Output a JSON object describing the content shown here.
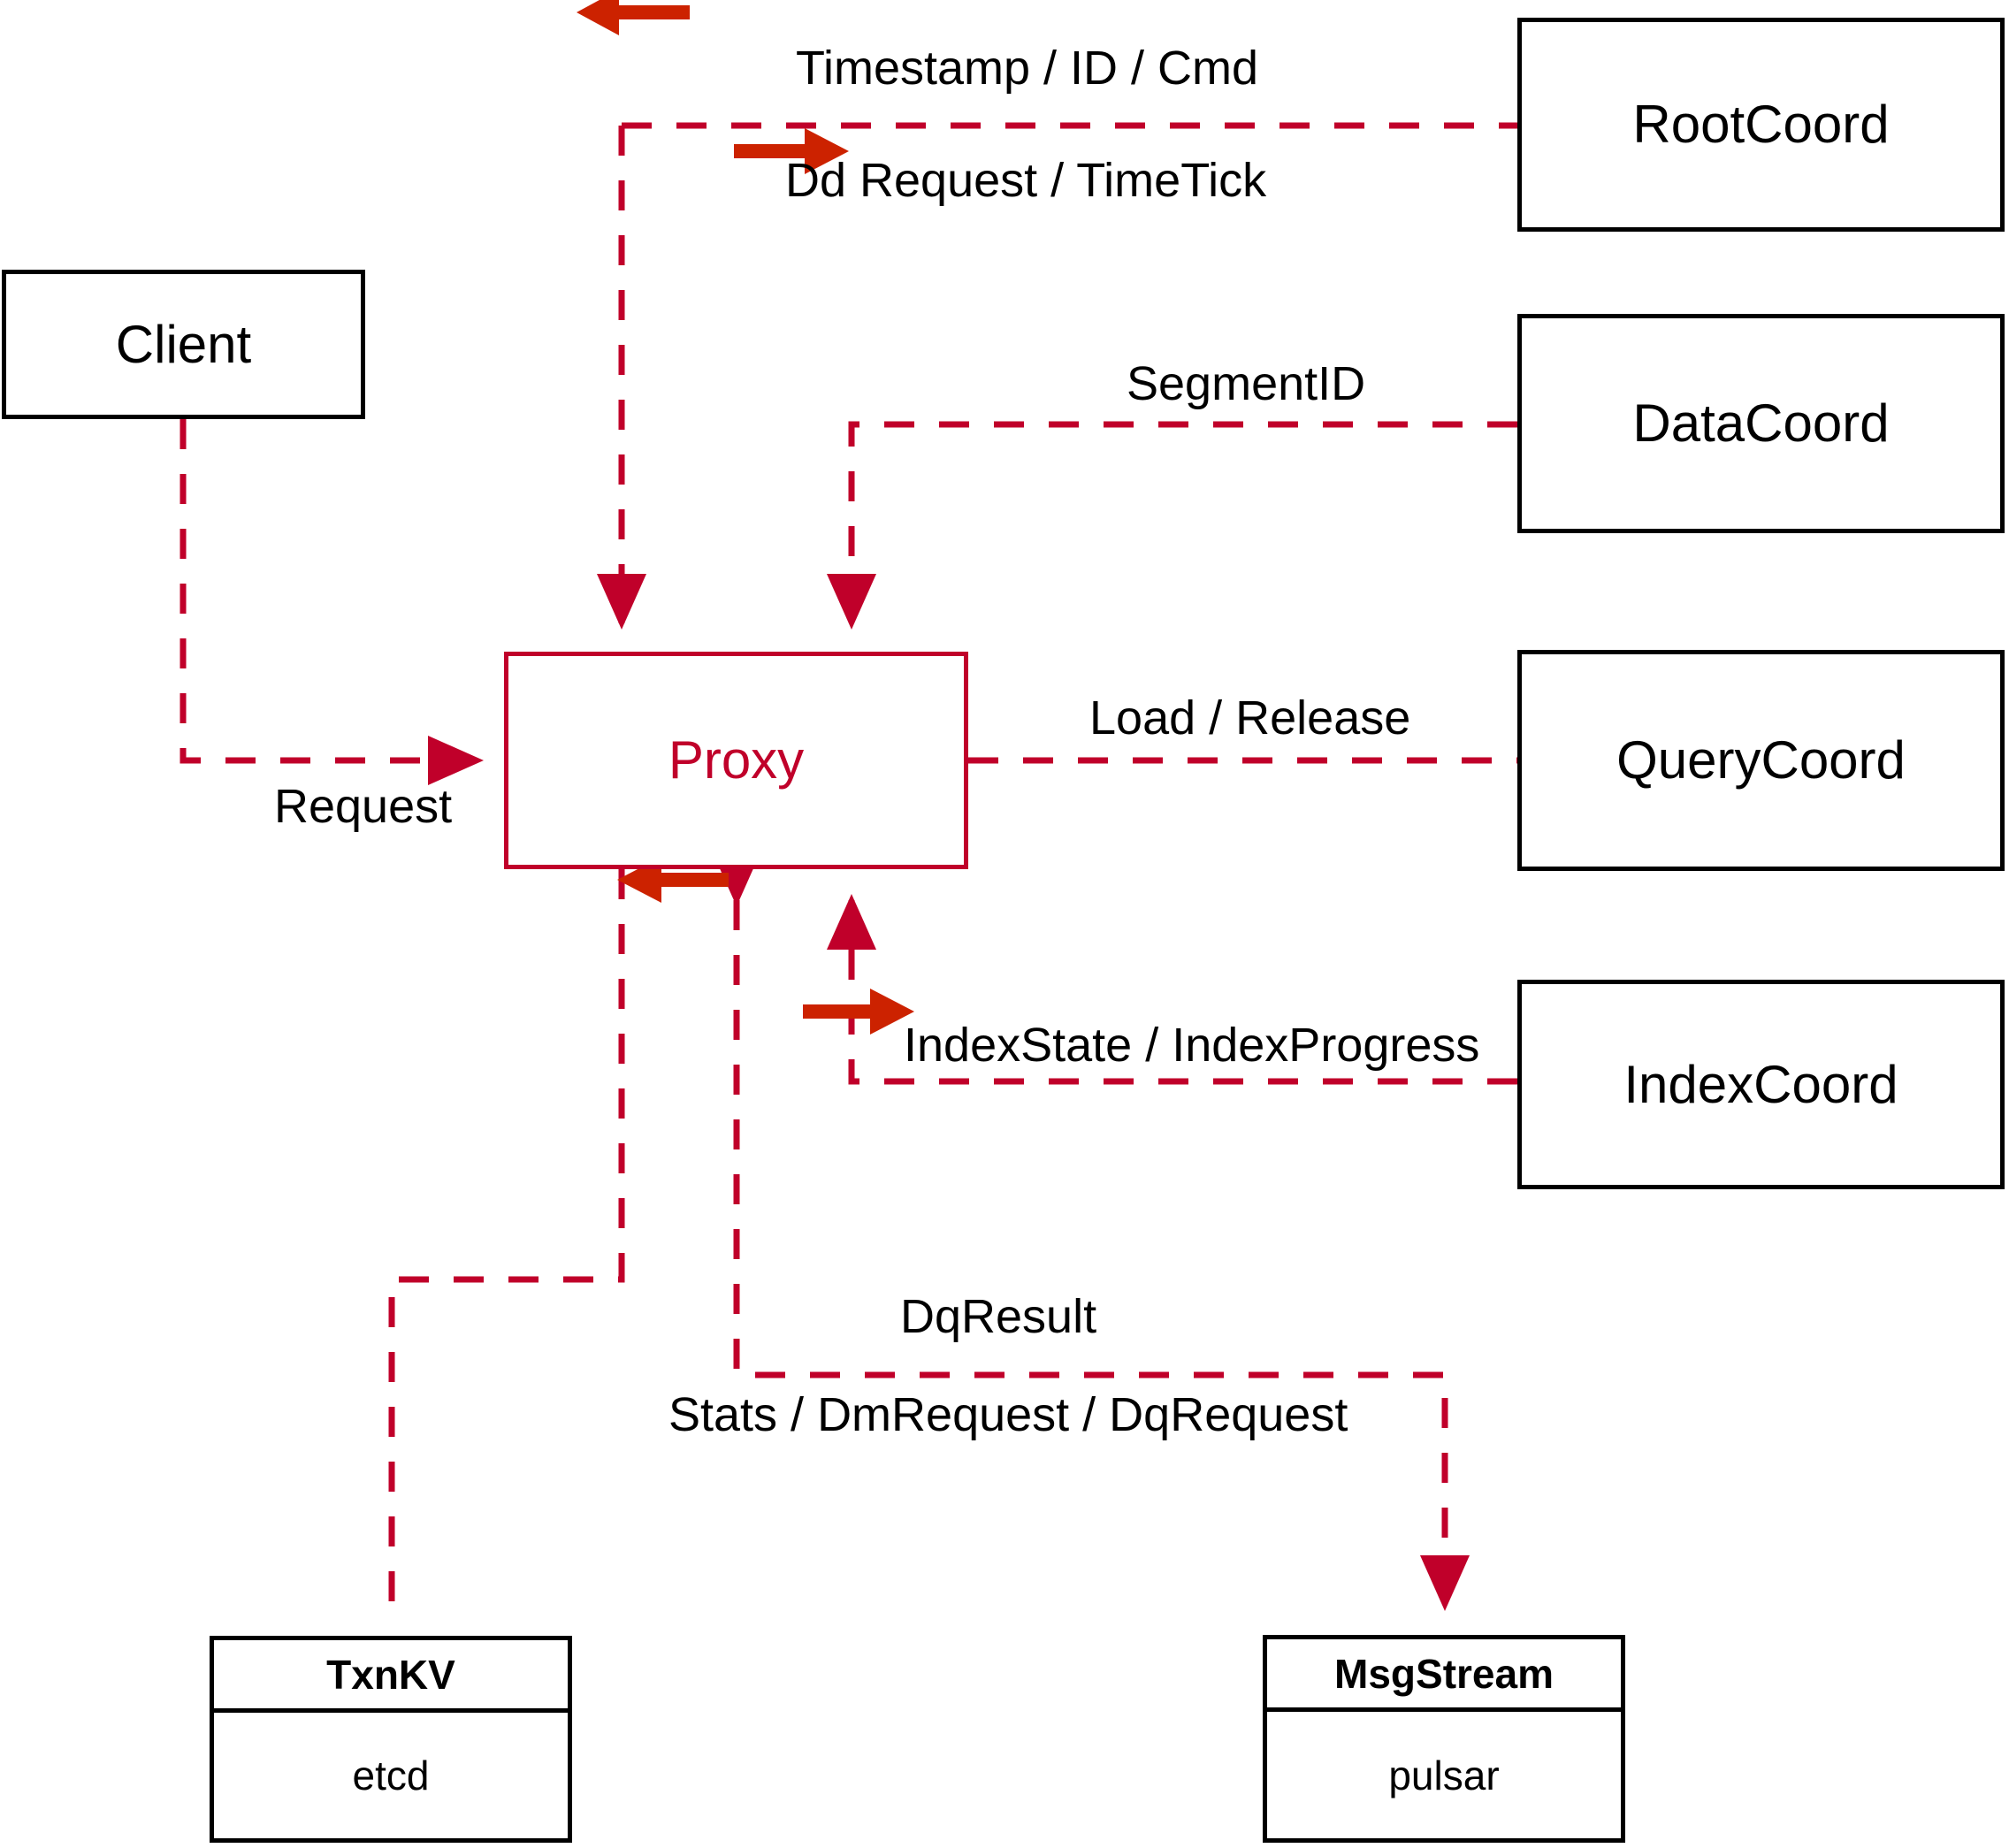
{
  "diagram": {
    "title": "Milvus Proxy interaction diagram",
    "colors": {
      "dashed_line": "#c0002a",
      "solid_arrow": "#cc2200",
      "box_border": "#000000",
      "proxy_border": "#c0002a",
      "background": "#ffffff"
    }
  },
  "nodes": {
    "client": {
      "label": "Client"
    },
    "proxy": {
      "label": "Proxy"
    },
    "root_coord": {
      "label": "RootCoord"
    },
    "data_coord": {
      "label": "DataCoord"
    },
    "query_coord": {
      "label": "QueryCoord"
    },
    "index_coord": {
      "label": "IndexCoord"
    },
    "txn_kv": {
      "title": "TxnKV",
      "impl": "etcd"
    },
    "msg_stream": {
      "title": "MsgStream",
      "impl": "pulsar"
    }
  },
  "edge_labels": {
    "timestamp_id_cmd": "Timestamp / ID / Cmd",
    "dd_request_timetick": "Dd Request / TimeTick",
    "segment_id": "SegmentID",
    "request": "Request",
    "load_release": "Load / Release",
    "index_state_progress": "IndexState / IndexProgress",
    "dq_result": "DqResult",
    "stats_dm_dq_request": "Stats / DmRequest / DqRequest"
  },
  "arrow_glyphs": {
    "timestamp_dir": "arrow-left-icon",
    "dd_request_dir": "arrow-right-icon",
    "dq_result_dir": "arrow-left-icon",
    "stats_request_dir": "arrow-right-icon"
  }
}
